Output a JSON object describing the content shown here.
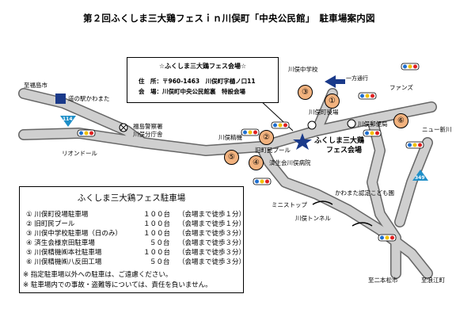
{
  "title": "第２回ふくしま三大鶏フェスｉｎ川俣町「中央公民館」　駐車場案内図",
  "info_box": {
    "heading": "☆ふくしま三大鶏フェス会場☆",
    "address": "住　所：〒960-1463　川俣町字樋ノ口11",
    "venue": "会　場：川俣町中央公民館裏　特設会場"
  },
  "places": {
    "fukushima_city": "至福島市",
    "michinoeki": "道の駅かわまた",
    "route114": "114",
    "riondoru": "リオンドール",
    "police": "福島警察署",
    "kawamata_branch": "川俣分庁舎",
    "kawamata_seiki": "川俣精機",
    "kyu_pool": "旧町民プール",
    "saiseikai": "済生会川俣病院",
    "chugakko": "川俣中学校",
    "yakuba": "川俣町役場",
    "yubinkyoku": "川俣郵便局",
    "fans": "ファンズ",
    "newshinkawa": "ニュー新川",
    "venue_line1": "ふくしま三大鶏",
    "venue_line2": "フェス会場",
    "one_way": "一方通行",
    "ministop": "ミニストップ",
    "tunnel": "川俣トンネル",
    "kodomoen": "かわまた認定こども園",
    "route349": "349",
    "nihonmatsu": "至二本松市",
    "namie": "至浪江町"
  },
  "markers": [
    "①",
    "②",
    "③",
    "④",
    "⑤",
    "⑥"
  ],
  "legend": {
    "title": "ふくしま三大鶏フェス駐車場",
    "rows": [
      {
        "name": "① 川俣町役場駐車場",
        "count": "１００台",
        "walk": "（会場まで徒歩１分）"
      },
      {
        "name": "② 旧町民プール",
        "count": "１００台",
        "walk": "（会場まで徒歩１分）"
      },
      {
        "name": "③ 川俣中学校駐車場（日のみ）",
        "count": "１００台",
        "walk": "（会場まで徒歩３分）"
      },
      {
        "name": "④ 済生会様京田駐車場",
        "count": "５０台",
        "walk": "（会場まで徒歩３分）"
      },
      {
        "name": "⑤ 川俣精機㈱本社駐車場",
        "count": "１００台",
        "walk": "（会場まで徒歩３分）"
      },
      {
        "name": "⑥ 川俣精機㈱八反田工場",
        "count": "５０台",
        "walk": "（会場まで徒歩３分）"
      }
    ],
    "notes": [
      "※ 指定駐車場以外への駐車は、ご遠慮ください。",
      "※ 駐車場内での事故・盗難等については、責任を負いません。"
    ]
  },
  "colors": {
    "marker_fill": "#f2b27e",
    "road": "#c8c8c8",
    "route_sign": "#1f8fc8",
    "venue_star": "#1a3a8a",
    "signal_red": "#e02020",
    "signal_yellow": "#f0c000",
    "signal_blue": "#1f6fd0"
  }
}
